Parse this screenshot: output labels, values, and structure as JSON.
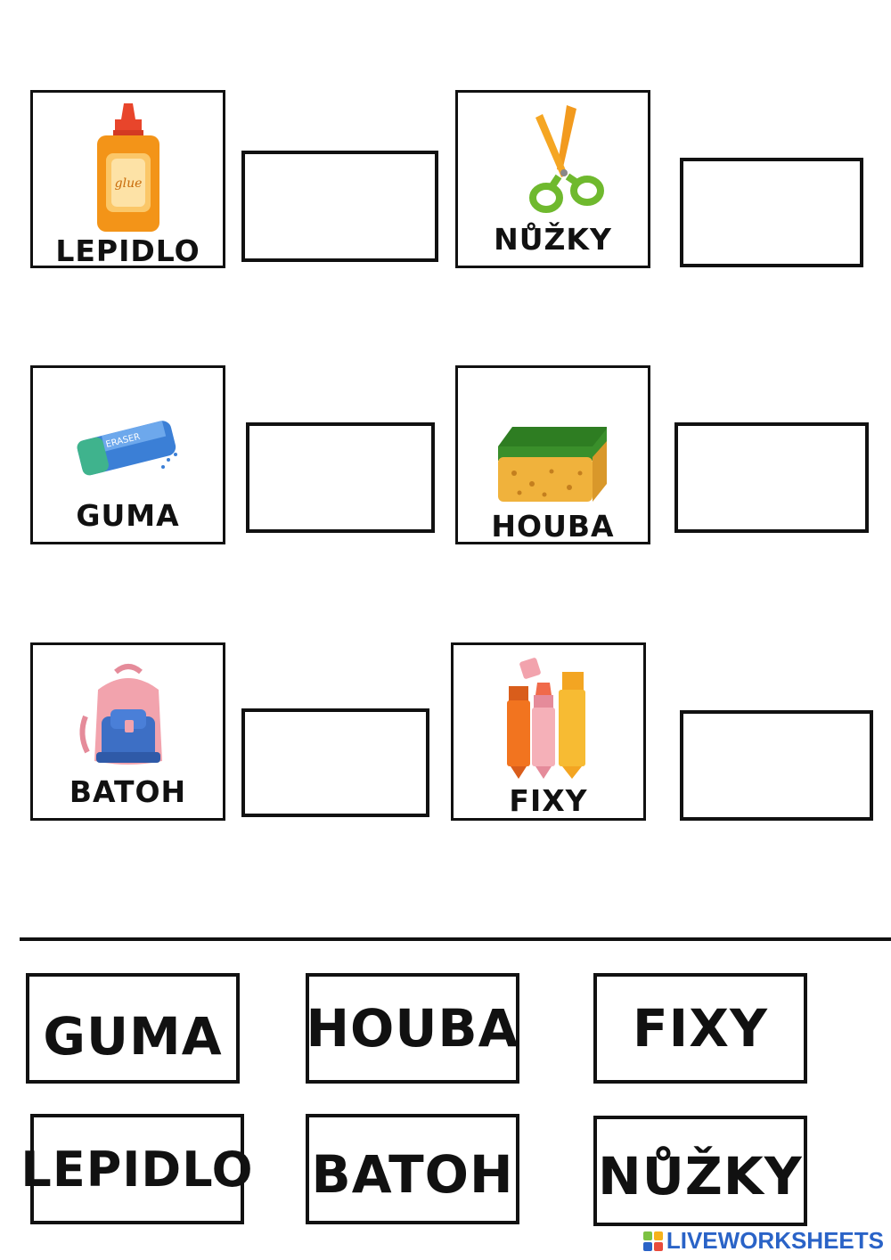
{
  "cards": [
    {
      "label": "LEPIDLO",
      "icon": "glue-icon"
    },
    {
      "label": "NŮŽKY",
      "icon": "scissors-icon"
    },
    {
      "label": "GUMA",
      "icon": "eraser-icon"
    },
    {
      "label": "HOUBA",
      "icon": "sponge-icon"
    },
    {
      "label": "BATOH",
      "icon": "backpack-icon"
    },
    {
      "label": "FIXY",
      "icon": "markers-icon"
    }
  ],
  "eraser_text": "ERASER",
  "glue_text": "glue",
  "word_bank": {
    "row1": [
      "GUMA",
      "HOUBA",
      "FIXY"
    ],
    "row2": [
      "LEPIDLO",
      "BATOH",
      "NŮŽKY"
    ]
  },
  "brand": {
    "text": "LIVEWORKSHEETS",
    "color": "#2a63c7"
  }
}
